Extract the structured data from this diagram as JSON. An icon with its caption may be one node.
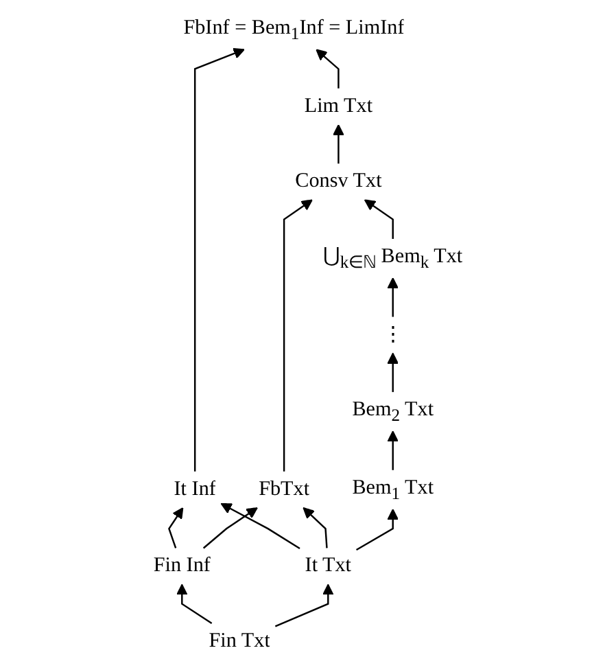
{
  "diagram": {
    "nodes": [
      {
        "text": [
          "FbInf = Bem$_{1}$Inf = LimInf"
        ]
      },
      {
        "text": [
          "Lim Txt"
        ]
      },
      {
        "text": [
          "Consv Txt"
        ]
      },
      {
        "text": [
          "⋃$_{k∈ℕ}$ Bem$_{k}$ Txt"
        ]
      },
      {
        "text": [
          "It Inf"
        ]
      },
      {
        "text": [
          "FbTxt"
        ]
      },
      {
        "text": [
          "⋮"
        ]
      },
      {
        "text": [
          "Bem$_{2}$ Txt"
        ]
      },
      {
        "text": [
          "Bem$_{1}$ Txt"
        ]
      },
      {
        "text": [
          "Fin Inf"
        ]
      },
      {
        "text": [
          "It Txt"
        ]
      },
      {
        "text": [
          "Fin Txt"
        ]
      }
    ],
    "edges": [
      {
        "from": 1,
        "to": 0,
        "arrow": "to"
      },
      {
        "from": 4,
        "to": 0,
        "arrow": "to"
      },
      {
        "from": 2,
        "to": 1,
        "arrow": "to"
      },
      {
        "from": 3,
        "to": 2,
        "arrow": "to"
      },
      {
        "from": 5,
        "to": 2,
        "arrow": "to"
      },
      {
        "from": 9,
        "to": 4,
        "arrow": "to"
      },
      {
        "from": 10,
        "to": 4,
        "arrow": "to"
      },
      {
        "from": 6,
        "to": 3,
        "arrow": "to"
      },
      {
        "from": 7,
        "to": 6,
        "arrow": "to"
      },
      {
        "from": 8,
        "to": 7,
        "arrow": "to"
      },
      {
        "from": 9,
        "to": 5,
        "arrow": "to"
      },
      {
        "from": 10,
        "to": 5,
        "arrow": "to"
      },
      {
        "from": 10,
        "to": 8,
        "arrow": "to"
      },
      {
        "from": 11,
        "to": 9,
        "arrow": "to"
      },
      {
        "from": 11,
        "to": 10,
        "arrow": "to"
      }
    ]
  }
}
